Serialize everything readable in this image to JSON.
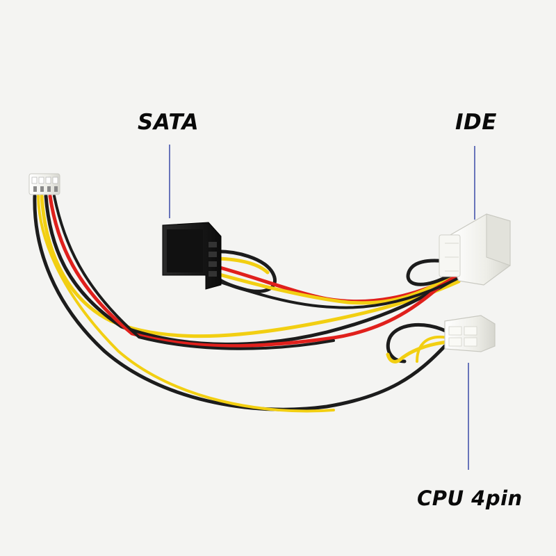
{
  "labels": {
    "sata": "SATA",
    "ide": "IDE",
    "cpu": "CPU 4pin"
  },
  "colors": {
    "background": "#f4f4f2",
    "wire_yellow": "#f2cf12",
    "wire_red": "#e0201c",
    "wire_black": "#1c1c1c",
    "connector_black": "#151515",
    "connector_white": "#f3f3ee",
    "pointer_line": "#3a4aa8"
  }
}
